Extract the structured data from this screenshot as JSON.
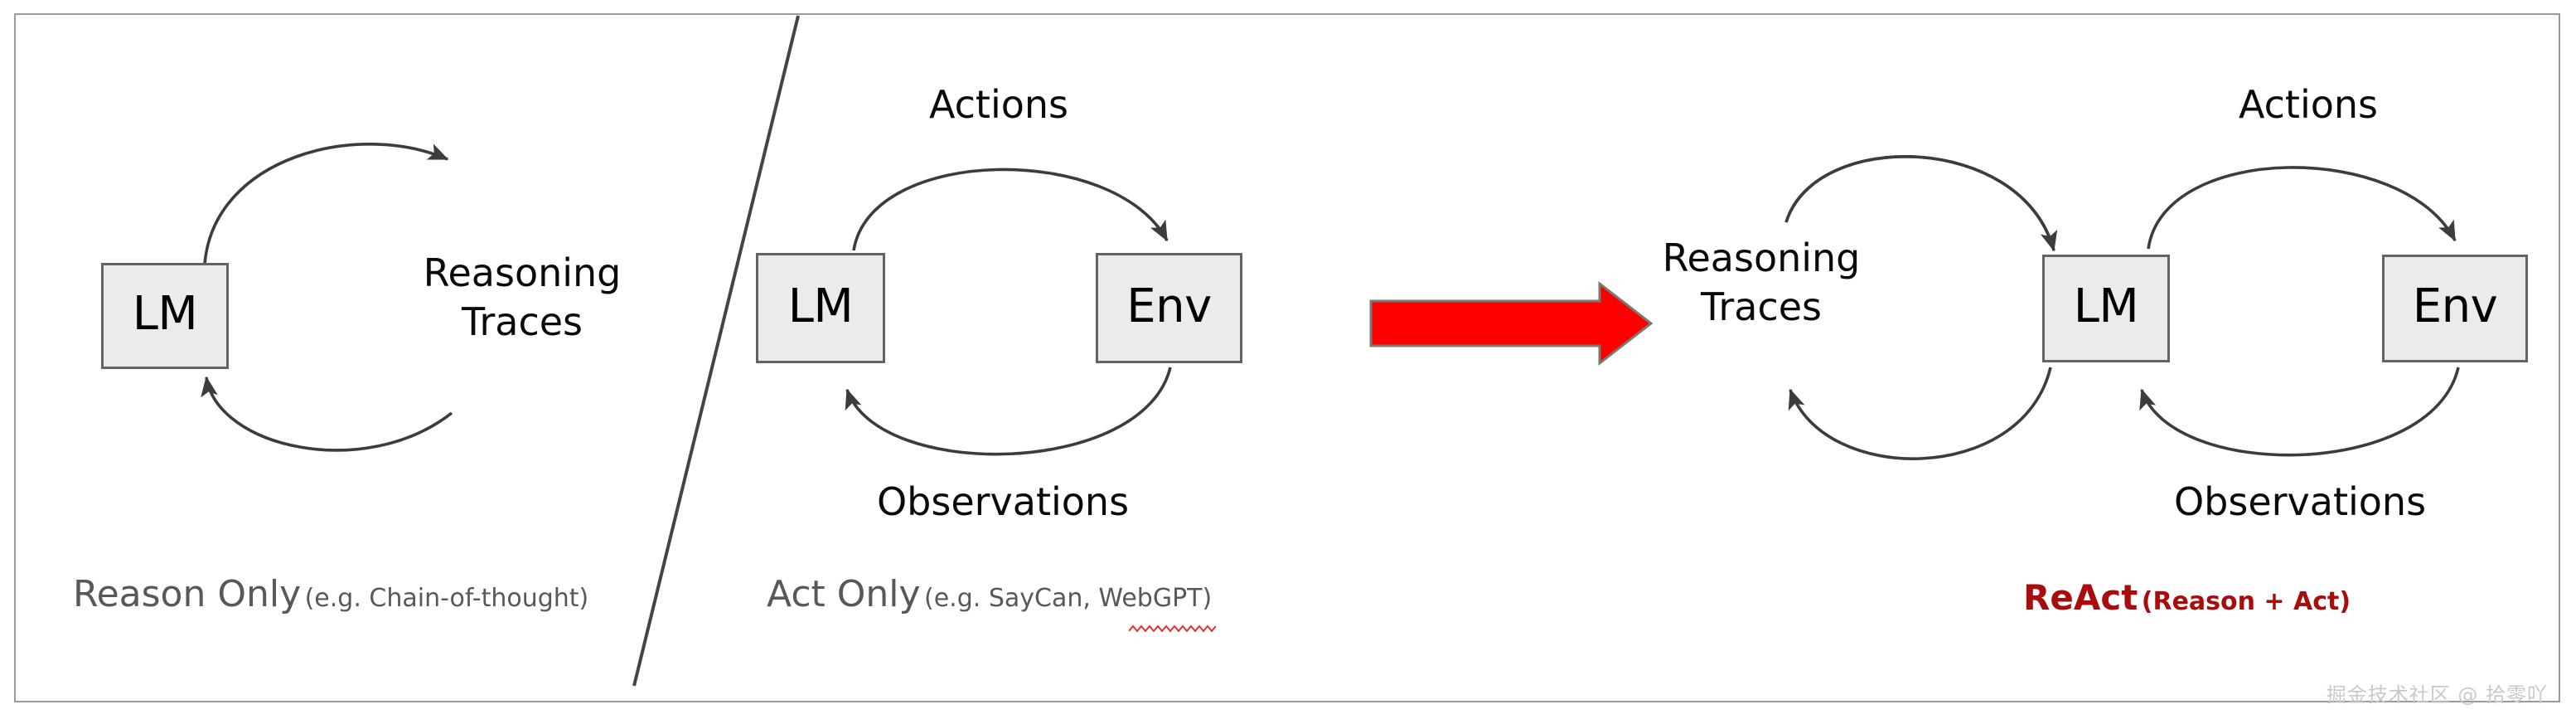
{
  "figure": {
    "title": "ReAct: Reasoning + Acting comparison diagram",
    "background_color": "#ffffff",
    "frame_border_color": "#9a9a9a",
    "node_fill_color": "#ebebeb",
    "node_border_color": "#636363",
    "arrow_color": "#3c3c3c",
    "red_arrow_color": "#ff0000",
    "react_text_color": "#a80c0c",
    "caption_text_color": "#585858"
  },
  "panels": [
    {
      "id": "reason-only",
      "nodes": [
        {
          "id": "lm",
          "label": "LM"
        }
      ],
      "edge_labels": [
        {
          "id": "reasoning-traces",
          "line1": "Reasoning",
          "line2": "Traces"
        }
      ],
      "caption": {
        "main": "Reason Only",
        "sub": "(e.g. Chain-of-thought)",
        "spellcheck_squiggle": false
      }
    },
    {
      "id": "act-only",
      "nodes": [
        {
          "id": "lm",
          "label": "LM"
        },
        {
          "id": "env",
          "label": "Env"
        }
      ],
      "edge_labels": [
        {
          "id": "actions",
          "line1": "Actions",
          "line2": ""
        },
        {
          "id": "observations",
          "line1": "Observations",
          "line2": ""
        }
      ],
      "caption": {
        "main": "Act Only",
        "sub": "(e.g. SayCan, WebGPT)",
        "spellcheck_squiggle": true
      }
    },
    {
      "id": "react",
      "nodes": [
        {
          "id": "lm",
          "label": "LM"
        },
        {
          "id": "env",
          "label": "Env"
        }
      ],
      "edge_labels": [
        {
          "id": "reasoning-traces",
          "line1": "Reasoning",
          "line2": "Traces"
        },
        {
          "id": "actions",
          "line1": "Actions",
          "line2": ""
        },
        {
          "id": "observations",
          "line1": "Observations",
          "line2": ""
        }
      ],
      "caption": {
        "main": "ReAct",
        "sub": "(Reason + Act)",
        "spellcheck_squiggle": false
      }
    }
  ],
  "transition_arrow": {
    "name": "red-right-arrow",
    "direction": "right"
  },
  "divider": {
    "name": "diagonal-divider-line"
  },
  "watermark": {
    "text": "掘金技术社区 @ 拾零吖"
  }
}
